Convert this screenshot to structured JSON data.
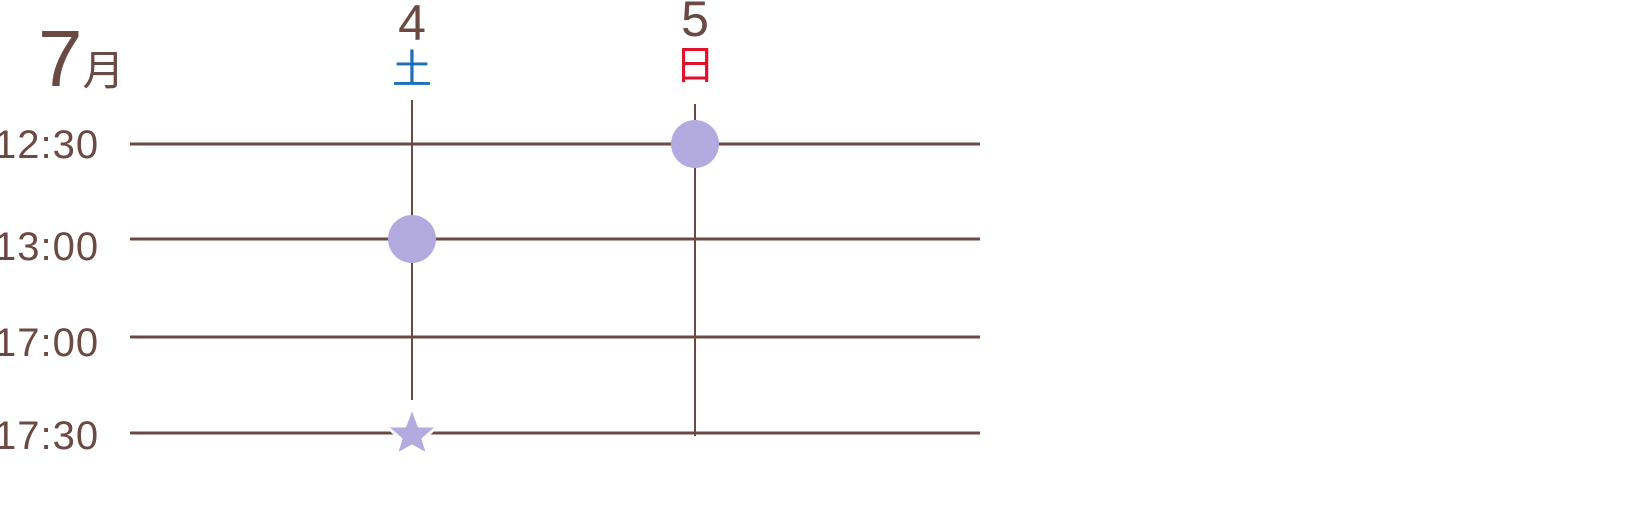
{
  "month": {
    "number": "7",
    "unit": "月"
  },
  "days": [
    {
      "day": "4",
      "weekday": "土",
      "weekday_color": "#1a6fb5"
    },
    {
      "day": "5",
      "weekday": "日",
      "weekday_color": "#e0102a"
    }
  ],
  "times": [
    "12:30",
    "13:00",
    "17:00",
    "17:30"
  ],
  "colors": {
    "line": "#6b4a44",
    "marker": "#b3aadf"
  },
  "markers": [
    {
      "day": "4",
      "time": "13:00",
      "shape": "circle"
    },
    {
      "day": "4",
      "time": "17:30",
      "shape": "star"
    },
    {
      "day": "5",
      "time": "12:30",
      "shape": "circle"
    }
  ]
}
